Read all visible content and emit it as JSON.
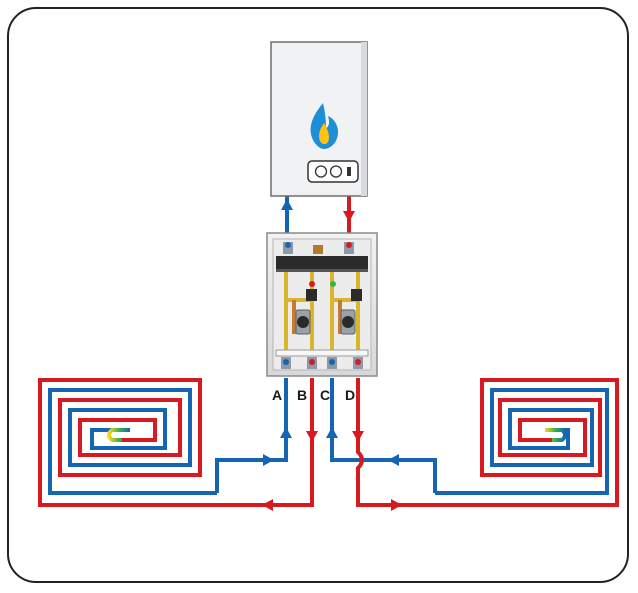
{
  "labels": {
    "a": "A",
    "b": "B",
    "c": "C",
    "d": "D"
  },
  "colors": {
    "flow": "#d71920",
    "return": "#1565b5",
    "frame": "#222222",
    "boiler_body": "#f0f1f3",
    "cabinet": "#e6e6e6",
    "brass": "#d9b62c",
    "flame_outer": "#1d8fd6",
    "flame_inner": "#ffc20e"
  },
  "icons": {
    "boiler": "gas-boiler-icon",
    "flame": "flame-icon",
    "manifold": "mixing-manifold-cabinet",
    "coil_left": "underfloor-heating-coil-left",
    "coil_right": "underfloor-heating-coil-right"
  }
}
